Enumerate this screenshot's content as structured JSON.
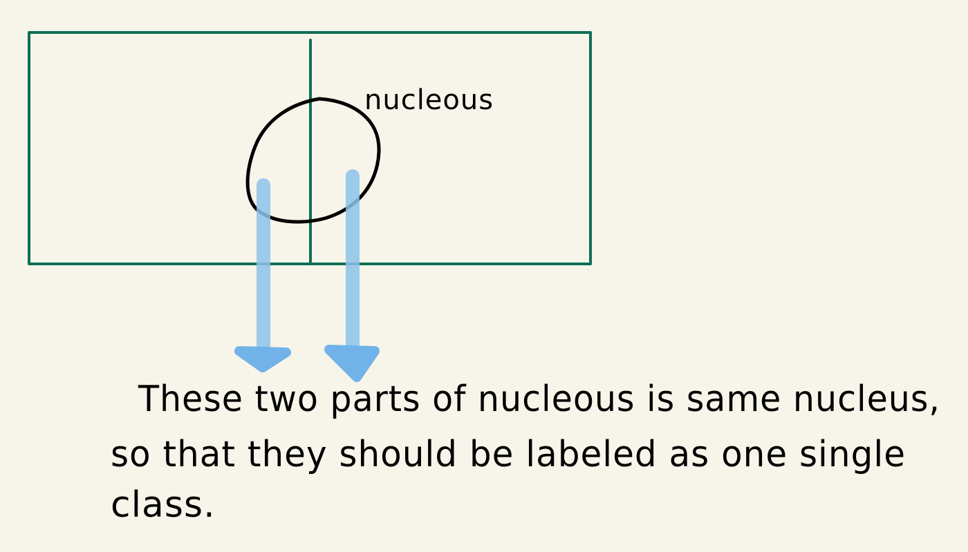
{
  "diagram": {
    "label": "nucleous",
    "note_lines": [
      "These two parts of nucleous is same nucleus,",
      "so that they should be labeled as one single",
      "class."
    ]
  },
  "colors": {
    "background": "#f7f5e9",
    "box_stroke": "#0f6e56",
    "nucleus_stroke": "#000000",
    "arrow": "#8dc3ea",
    "arrow_head": "#5aa8e8",
    "text": "#000000"
  }
}
